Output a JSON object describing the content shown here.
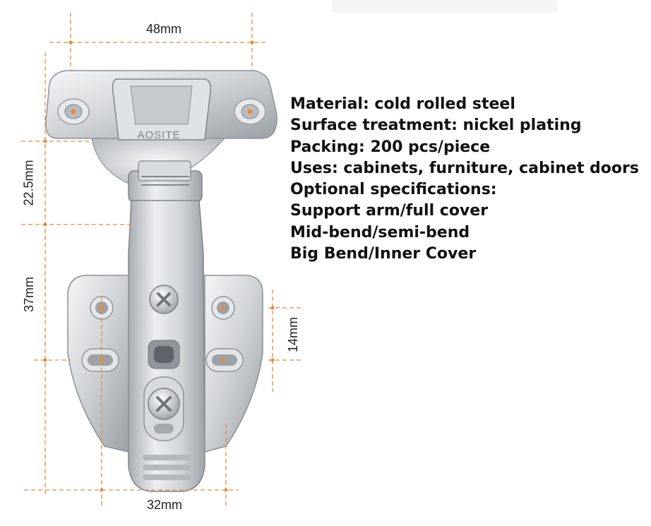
{
  "dimensions": {
    "top_width": "48mm",
    "upper_height": "22.5mm",
    "lower_height": "37mm",
    "hole_spacing": "14mm",
    "bottom_width": "32mm"
  },
  "brand_mark": "AOSITE",
  "specs": [
    "Material: cold rolled steel",
    "Surface treatment: nickel plating",
    "Packing: 200 pcs/piece",
    "Uses: cabinets, furniture, cabinet doors",
    "Optional specifications:",
    "Support arm/full cover",
    "Mid-bend/semi-bend",
    "Big Bend/Inner Cover"
  ],
  "colors": {
    "dimension_line": "#e8893a",
    "steel_light": "#eef0f2",
    "steel_mid": "#c4c8cc",
    "steel_dark": "#8d9297",
    "text": "#111111"
  }
}
